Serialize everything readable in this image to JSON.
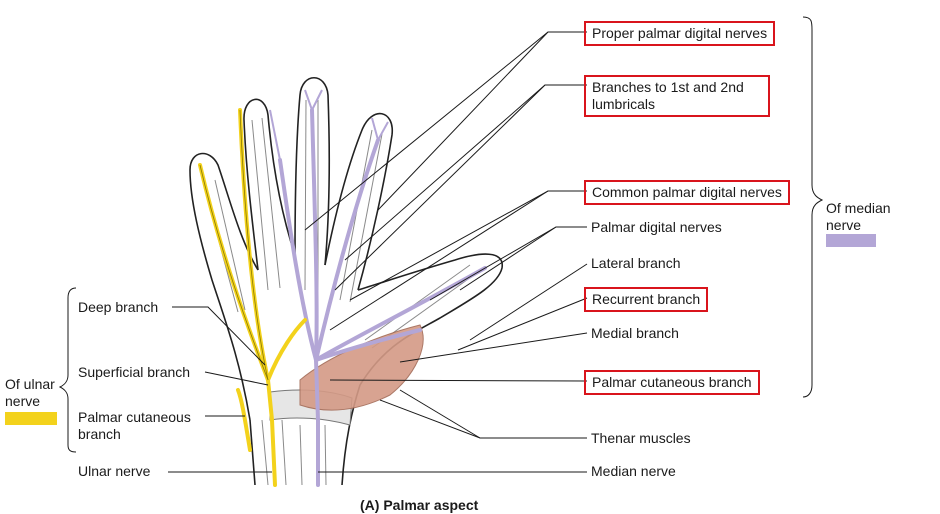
{
  "labels": {
    "proper_palmar": "Proper palmar digital nerves",
    "branches_lumbricals": "Branches to 1st and 2nd lumbricals",
    "common_palmar": "Common palmar digital nerves",
    "palmar_digital": "Palmar digital nerves",
    "lateral_branch": "Lateral branch",
    "recurrent_branch": "Recurrent branch",
    "medial_branch": "Medial branch",
    "palmar_cutaneous_median": "Palmar cutaneous branch",
    "thenar_muscles": "Thenar muscles",
    "median_nerve": "Median nerve",
    "deep_branch": "Deep branch",
    "superficial_branch": "Superficial branch",
    "palmar_cutaneous_ulnar": "Palmar cutaneous branch",
    "ulnar_nerve": "Ulnar nerve"
  },
  "groups": {
    "of_median": "Of median nerve",
    "of_ulnar": "Of ulnar nerve"
  },
  "caption": "(A) Palmar aspect",
  "colors": {
    "median": "#b3a6d6",
    "ulnar": "#f3d21c",
    "highlight_box": "#d9141c",
    "thenar": "#d49a86"
  }
}
